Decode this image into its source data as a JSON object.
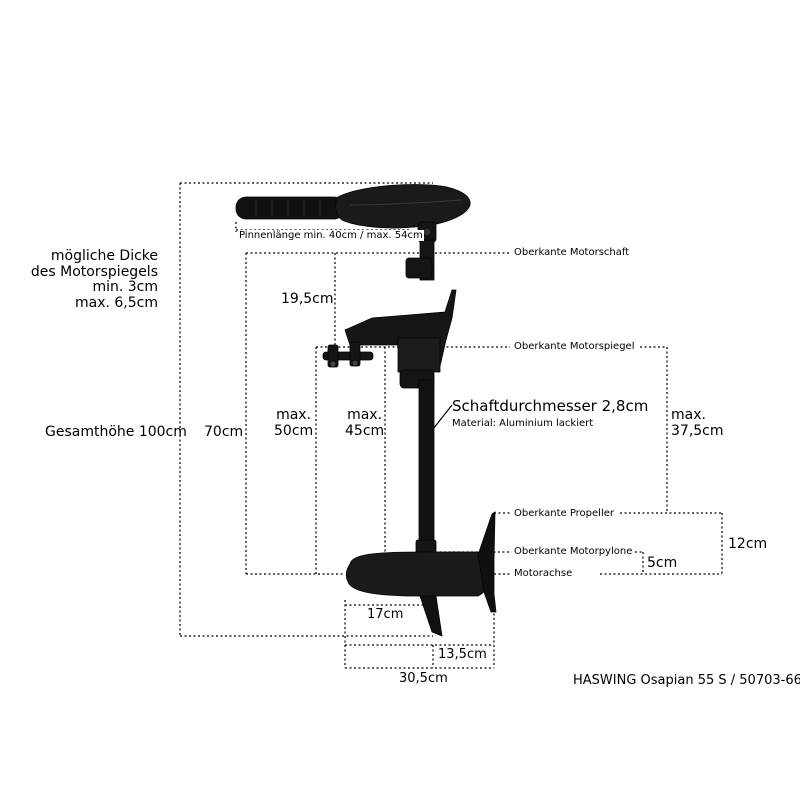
{
  "labels": {
    "tiller_length": "Pinnenlänge min. 40cm / max. 54cm",
    "top_shaft": "Oberkante Motorschaft",
    "top_transom": "Oberkante Motorspiegel",
    "top_propeller": "Oberkante Propeller",
    "top_pylon": "Oberkante Motorpylone",
    "motor_axis": "Motorachse",
    "shaft_diameter": "Schaftdurchmesser 2,8cm",
    "material": "Material: Aluminium lackiert",
    "transom_thickness": [
      "mögliche Dicke",
      "des Motorspiegels",
      "min. 3cm",
      "max. 6,5cm"
    ],
    "total_height": "Gesamthöhe 100cm",
    "dim_19_5": "19,5cm",
    "dim_70": "70cm",
    "dim_max50": [
      "max.",
      "50cm"
    ],
    "dim_max45": [
      "max.",
      "45cm"
    ],
    "dim_max37_5": [
      "max.",
      "37,5cm"
    ],
    "dim_12": "12cm",
    "dim_5": "5cm",
    "dim_17": "17cm",
    "dim_13_5": "13,5cm",
    "dim_30_5": "30,5cm",
    "product": "HASWING Osapian 55 S / 50703-66"
  }
}
